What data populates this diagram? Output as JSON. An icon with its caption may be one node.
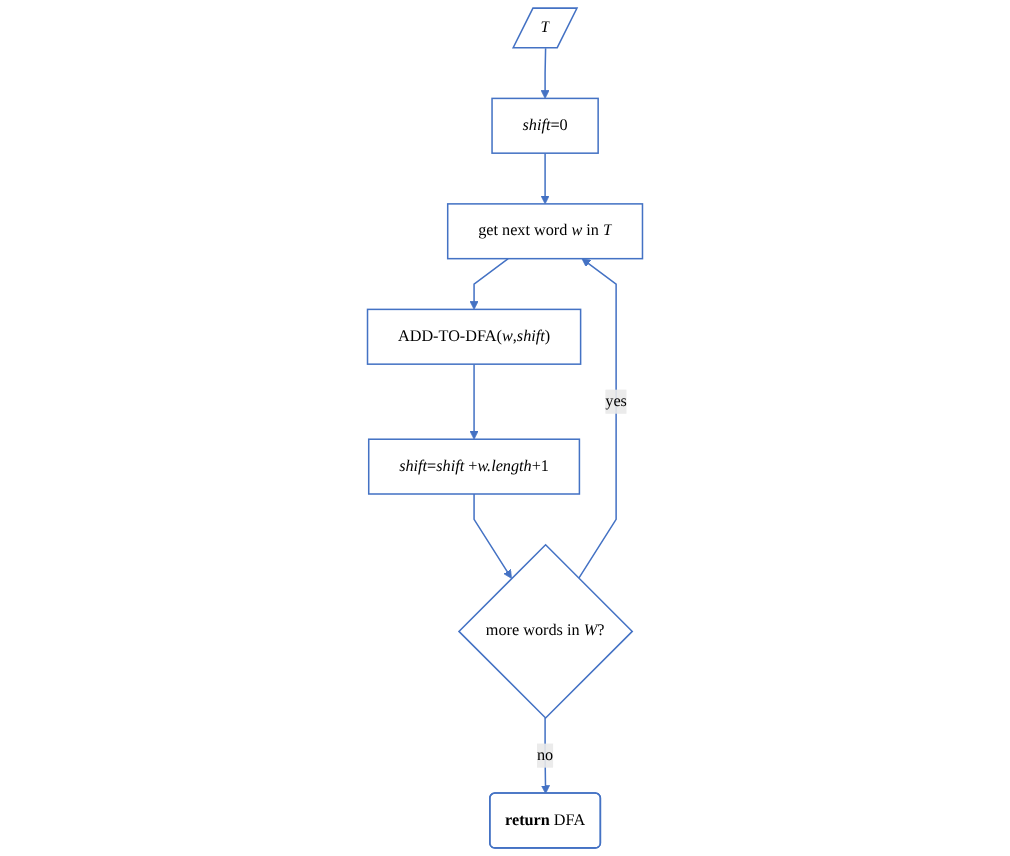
{
  "diagram": {
    "nodes": [
      {
        "text": [
          "*T*"
        ]
      },
      {
        "text": [
          "*shift*=0"
        ]
      },
      {
        "text": [
          "get next word *w* in *T*"
        ]
      },
      {
        "text": [
          "ADD-TO-DFA(*w*,*shift*)"
        ]
      },
      {
        "text": [
          "*shift*=*shift* +*w.length*+1"
        ]
      },
      {
        "text": [
          "more words in *W*?"
        ]
      },
      {
        "text": [
          "**return** DFA"
        ]
      }
    ],
    "edges": [
      {
        "from": 0,
        "to": 1,
        "arrow": "to"
      },
      {
        "from": 1,
        "to": 2,
        "arrow": "to"
      },
      {
        "from": 2,
        "to": 3,
        "arrow": "to"
      },
      {
        "from": 3,
        "to": 4,
        "arrow": "to"
      },
      {
        "from": 4,
        "to": 5,
        "arrow": "to"
      },
      {
        "from": 5,
        "to": 2,
        "label": "yes",
        "arrow": "to"
      },
      {
        "from": 5,
        "to": 6,
        "label": "no",
        "arrow": "to"
      }
    ]
  }
}
